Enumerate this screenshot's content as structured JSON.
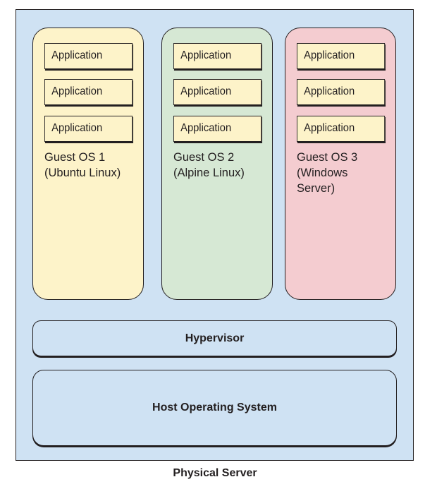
{
  "guests": [
    {
      "apps": [
        "Application",
        "Application",
        "Application"
      ],
      "label_line1": "Guest OS 1",
      "label_line2": "(Ubuntu Linux)",
      "label_line3": "",
      "color": "#fdf3c9"
    },
    {
      "apps": [
        "Application",
        "Application",
        "Application"
      ],
      "label_line1": "Guest OS 2",
      "label_line2": "(Alpine Linux)",
      "label_line3": "",
      "color": "#d6e8d4"
    },
    {
      "apps": [
        "Application",
        "Application",
        "Application"
      ],
      "label_line1": "Guest OS 3",
      "label_line2": "(Windows",
      "label_line3": "Server)",
      "color": "#f4ccd0"
    }
  ],
  "hypervisor": "Hypervisor",
  "host_os": "Host Operating System",
  "caption": "Physical Server",
  "colors": {
    "server_background": "#cfe2f3",
    "application_box": "#fdf3c9",
    "outline": "#231f20"
  }
}
